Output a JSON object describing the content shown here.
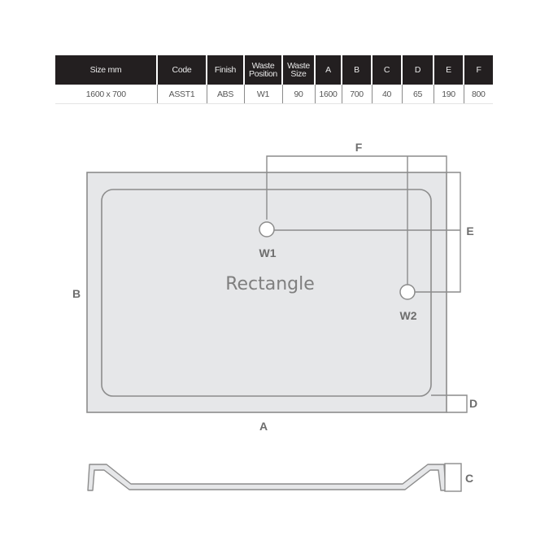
{
  "spec_table": {
    "headers": [
      "Size mm",
      "Code",
      "Finish",
      "Waste Position",
      "Waste Size",
      "A",
      "B",
      "C",
      "D",
      "E",
      "F"
    ],
    "header_lines": {
      "waste_position": [
        "Waste",
        "Position"
      ],
      "waste_size": [
        "Waste",
        "Size"
      ]
    },
    "rows": [
      [
        "1600 x 700",
        "ASST1",
        "ABS",
        "W1",
        "90",
        "1600",
        "700",
        "40",
        "65",
        "190",
        "800"
      ]
    ]
  },
  "diagram": {
    "shape_name": "Rectangle",
    "waste_labels": {
      "w1": "W1",
      "w2": "W2"
    },
    "dimension_labels": {
      "a": "A",
      "b": "B",
      "c": "C",
      "d": "D",
      "e": "E",
      "f": "F"
    },
    "colors": {
      "tray_fill": "#e6e7e9",
      "outline": "#8c8c8c",
      "header_bg": "#231f20"
    }
  }
}
